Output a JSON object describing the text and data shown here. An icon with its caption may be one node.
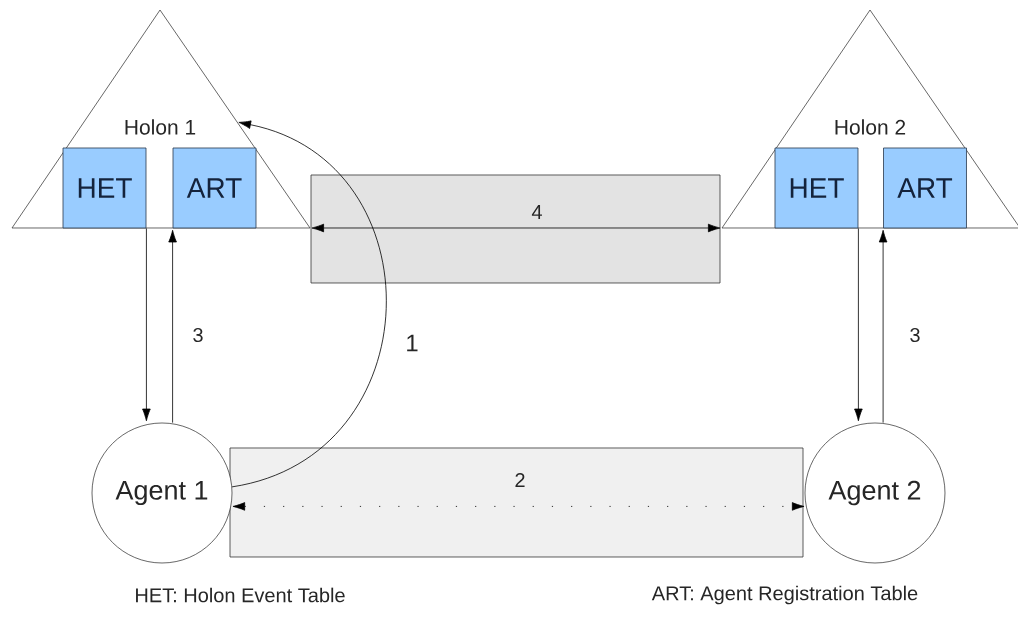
{
  "diagram": {
    "nodes": [
      {
        "text": [
          "Holon 1"
        ]
      },
      {
        "text": [
          "HET"
        ],
        "in": 0
      },
      {
        "text": [
          "ART"
        ],
        "in": 0
      },
      {
        "text": [
          "Holon 2"
        ]
      },
      {
        "text": [
          "HET"
        ],
        "in": 3
      },
      {
        "text": [
          "ART"
        ],
        "in": 3
      },
      {
        "text": [
          "Agent 1"
        ]
      },
      {
        "text": [
          "Agent 2"
        ]
      }
    ],
    "edges": [
      {
        "from": 1,
        "to": 6,
        "arrow": "to"
      },
      {
        "from": 6,
        "to": 2,
        "arrow": "to",
        "label": "3"
      },
      {
        "from": 6,
        "to": 0,
        "arrow": "to",
        "label": "1"
      },
      {
        "from": 0,
        "to": 3,
        "arrow": "both",
        "label": "4"
      },
      {
        "from": 6,
        "to": 7,
        "arrow": "both",
        "label": "2",
        "style": "dashed"
      },
      {
        "from": 4,
        "to": 7,
        "arrow": "to"
      },
      {
        "from": 7,
        "to": 5,
        "arrow": "to",
        "label": "3"
      }
    ],
    "labels": [
      "HET: Holon Event Table",
      "ART: Agent Registration Table"
    ]
  }
}
